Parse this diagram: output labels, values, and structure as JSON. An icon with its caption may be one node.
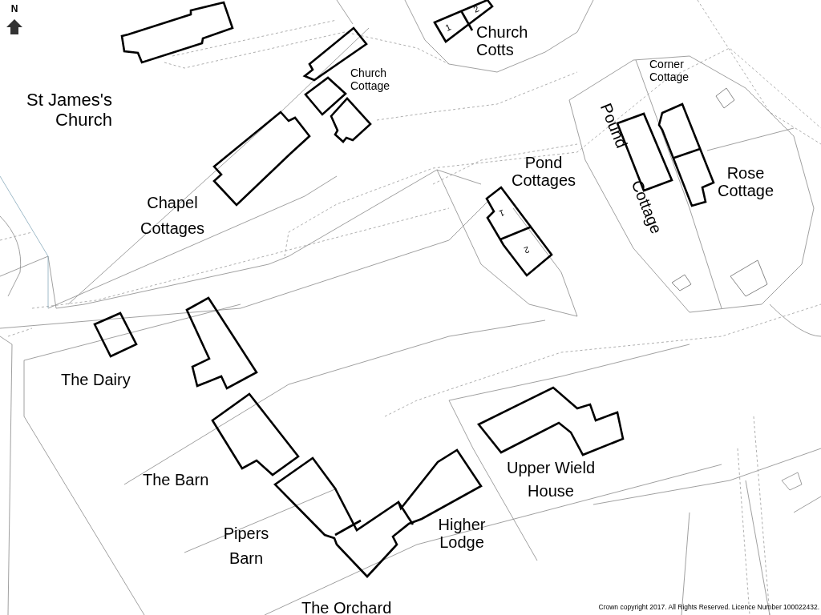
{
  "diagram": {
    "labels": [
      "N",
      "1",
      "2",
      "Church Cotts",
      "St James's Church",
      "Church Cottage",
      "Corner Cottage",
      "Pound Cottage",
      "Pond Cottages",
      "Rose Cottage",
      "1",
      "2",
      "Chapel Cottages",
      "The Dairy",
      "The Barn",
      "Upper Wield House",
      "Pipers Barn",
      "Higher Lodge",
      "The Orchard",
      "Crown copyright 2017. All Rights Reserved. Licence Number 100022432."
    ]
  }
}
